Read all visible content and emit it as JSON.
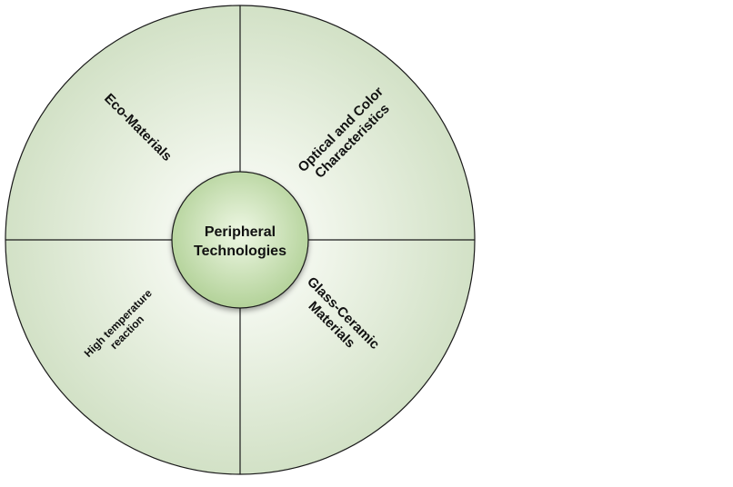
{
  "diagram": {
    "center": {
      "label_line1": "Peripheral",
      "label_line2": "Technologies"
    },
    "quadrants": {
      "top_left": {
        "line1": "Eco-Materials"
      },
      "top_right": {
        "line1": "Optical and Color",
        "line2": "Characteristics"
      },
      "bottom_right": {
        "line1": "Glass-Ceramic",
        "line2": "Materials"
      },
      "bottom_left": {
        "line1": "High temperature",
        "line2": "reaction"
      }
    },
    "colors": {
      "fill_light": "#f3f7ef",
      "fill_dark": "#cfdfc3",
      "hub_light": "#e8f4dc",
      "hub_dark": "#b9d6a0",
      "stroke": "#1a1a1a"
    }
  }
}
